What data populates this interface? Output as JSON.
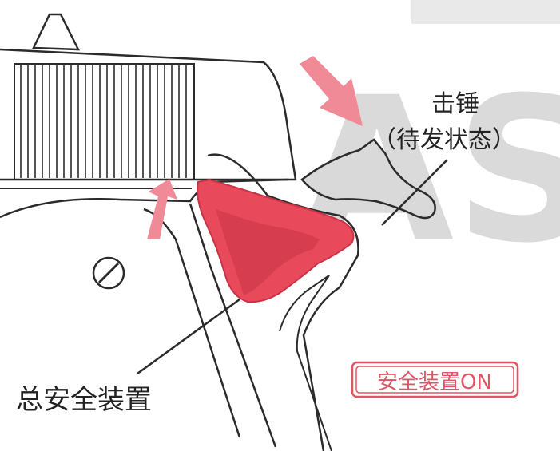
{
  "labels": {
    "hammer_line1": "击锤",
    "hammer_line2": "（待发状态）",
    "grip_safety": "总安全装置",
    "safety_badge": "安全装置ON"
  },
  "watermark": {
    "text": "ASI"
  },
  "colors": {
    "safety_red": "#e8495b",
    "safety_red_dark": "#c73446",
    "arrow_red": "#f08a96",
    "hammer_gray": "#d9d9d9",
    "watermark_gray": "#bdbdbd",
    "outline": "#2b2b2b",
    "badge_border": "#e05566",
    "badge_text": "#e05566"
  }
}
